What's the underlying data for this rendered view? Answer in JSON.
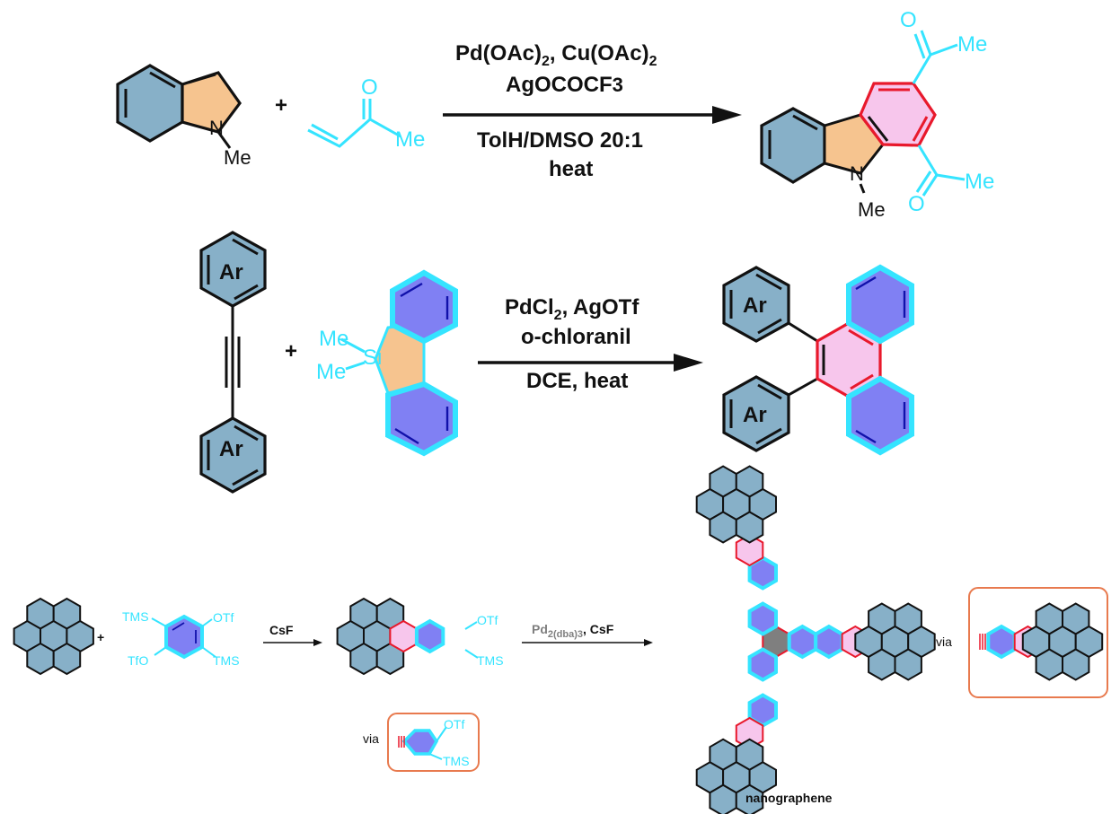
{
  "colors": {
    "steel": "#87b0c8",
    "orange": "#f6c48f",
    "pink": "#f7c6ec",
    "violet": "#8080f3",
    "cyan": "#35e4ff",
    "red": "#e8192c",
    "grey": "#7f7f7f",
    "box": "#e87a4e",
    "black": "#111111"
  },
  "r1": {
    "n": "N",
    "nme": "Me",
    "plus": "+",
    "enone_o": "O",
    "enone_me": "Me",
    "cond1": "Pd(OAc)2, Cu(OAc)2",
    "cond2": "AgOCOCF3",
    "cond3": "TolH/DMSO 20:1",
    "cond4": "heat",
    "p_n": "N",
    "p_nme": "Me",
    "p_o1": "O",
    "p_me1": "Me",
    "p_o2": "O",
    "p_me2": "Me"
  },
  "r2": {
    "ar_top": "Ar",
    "ar_bot": "Ar",
    "plus": "+",
    "me1": "Me",
    "me2": "Me",
    "si": "Si",
    "cond1": "PdCl2, AgOTf",
    "cond2": "o-chloranil",
    "cond3": "DCE, heat",
    "p_ar1": "Ar",
    "p_ar2": "Ar"
  },
  "r3": {
    "plus": "+",
    "tms1": "TMS",
    "otf1": "OTf",
    "tfo": "TfO",
    "tms2": "TMS",
    "cond_csf": "CsF",
    "p_otf": "OTf",
    "p_tms": "TMS",
    "via1": "via",
    "via1_otf": "OTf",
    "via1_tms": "TMS",
    "cond2": "Pd2(dba)3, CsF",
    "product": "nanographene",
    "via2": "via"
  }
}
